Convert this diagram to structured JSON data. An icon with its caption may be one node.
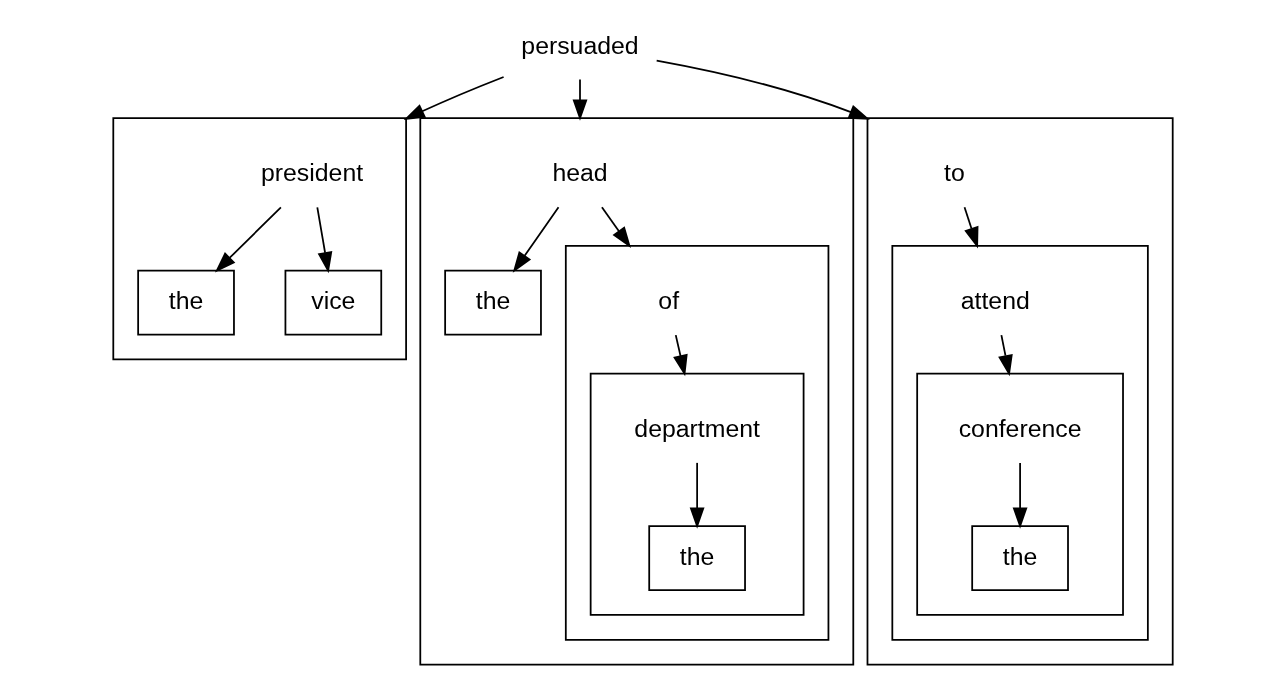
{
  "diagram": {
    "nodes": [
      {
        "text": [
          "persuaded"
        ]
      },
      {
        "text": [],
        "shape": "box"
      },
      {
        "text": [
          "president"
        ],
        "in": 1
      },
      {
        "text": [
          "the"
        ],
        "in": 1
      },
      {
        "text": [
          "vice"
        ],
        "in": 1
      },
      {
        "text": [],
        "shape": "box"
      },
      {
        "text": [
          "head"
        ],
        "in": 5
      },
      {
        "text": [
          "the"
        ],
        "in": 5
      },
      {
        "text": [],
        "shape": "box",
        "in": 5
      },
      {
        "text": [
          "of"
        ],
        "in": 8
      },
      {
        "text": [],
        "shape": "box",
        "in": 8
      },
      {
        "text": [
          "department"
        ],
        "in": 10
      },
      {
        "text": [
          "the"
        ],
        "in": 10
      },
      {
        "text": [],
        "shape": "box"
      },
      {
        "text": [
          "to"
        ],
        "in": 13
      },
      {
        "text": [],
        "shape": "box",
        "in": 13
      },
      {
        "text": [
          "attend"
        ],
        "in": 15
      },
      {
        "text": [],
        "shape": "box",
        "in": 15
      },
      {
        "text": [
          "conference"
        ],
        "in": 17
      },
      {
        "text": [
          "the"
        ],
        "in": 17
      }
    ],
    "edges": [
      {
        "from": 0,
        "to": 1,
        "arrow": "to"
      },
      {
        "from": 0,
        "to": 5,
        "arrow": "to"
      },
      {
        "from": 0,
        "to": 13,
        "arrow": "to"
      },
      {
        "from": 2,
        "to": 3,
        "arrow": "to"
      },
      {
        "from": 2,
        "to": 4,
        "arrow": "to"
      },
      {
        "from": 6,
        "to": 7,
        "arrow": "to"
      },
      {
        "from": 6,
        "to": 8,
        "arrow": "to"
      },
      {
        "from": 9,
        "to": 10,
        "arrow": "to"
      },
      {
        "from": 11,
        "to": 12,
        "arrow": "to"
      },
      {
        "from": 14,
        "to": 15,
        "arrow": "to"
      },
      {
        "from": 16,
        "to": 17,
        "arrow": "to"
      },
      {
        "from": 18,
        "to": 19,
        "arrow": "to"
      }
    ]
  }
}
